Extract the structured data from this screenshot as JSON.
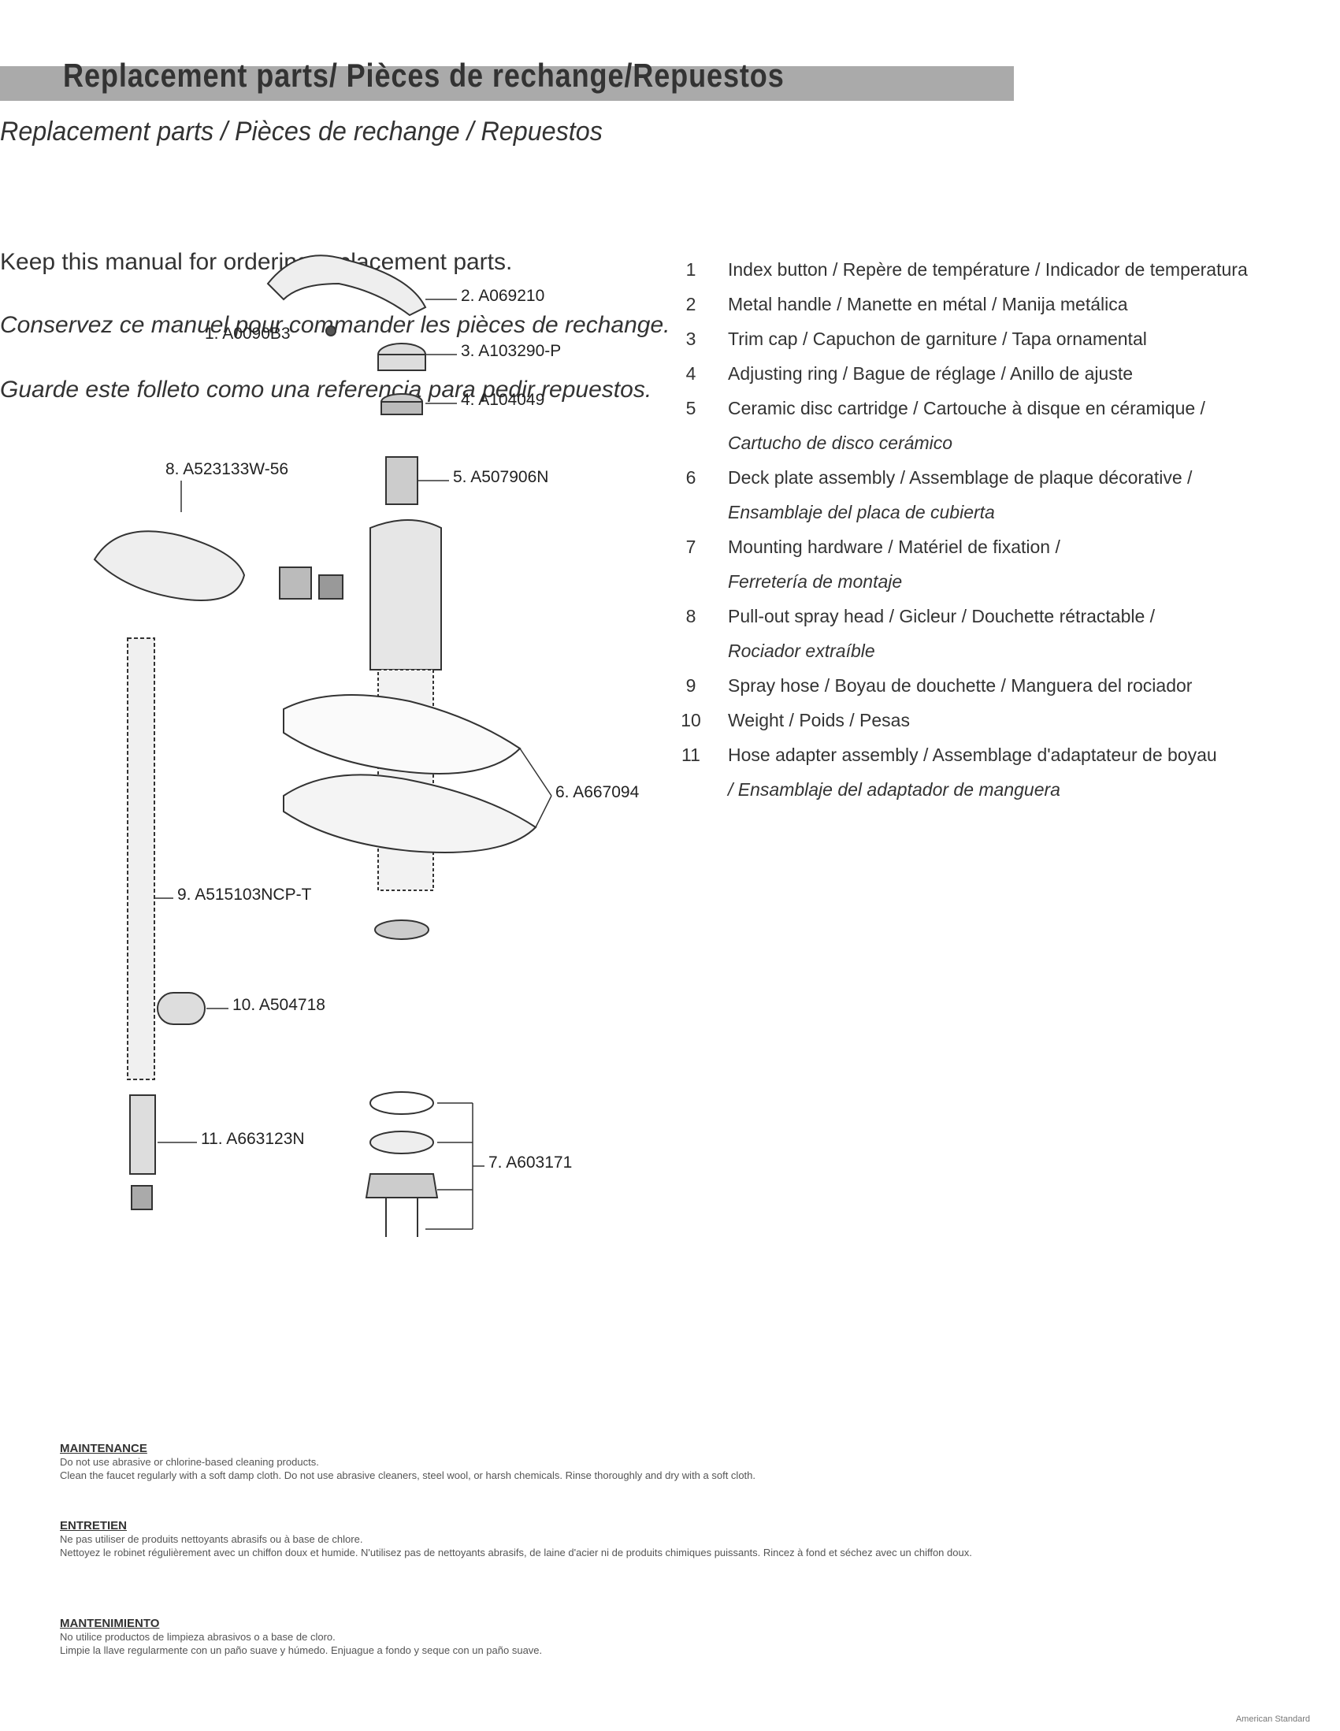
{
  "header": {
    "title": "Replacement parts/ Pièces de rechange/Repuestos"
  },
  "intro": {
    "heading": "Replacement parts / Pièces de rechange / Repuestos",
    "keep": "Keep this manual for ordering replacement parts.",
    "conserve": "Conservez ce manuel pour commander les pièces de rechange.",
    "guarde": "Guarde este folleto como una referencia para pedir repuestos."
  },
  "callouts": [
    {
      "label": "2. A069210"
    },
    {
      "label": "3. A103290-P"
    },
    {
      "label": "4. A104049"
    },
    {
      "label": "5. A507906N"
    },
    {
      "label": "8. A523133W-56"
    },
    {
      "label": "9. A515103NCP-T"
    },
    {
      "label": "10. A504718"
    },
    {
      "label": "11. A663123N"
    },
    {
      "label": "6. A667094"
    },
    {
      "label": "7. A603171"
    },
    {
      "label": "1. A0090B3"
    }
  ],
  "parts": [
    {
      "num": "1",
      "text": "Index button / Repère de température / Indicador de temperatura"
    },
    {
      "num": "2",
      "text": "Metal handle / Manette en métal / Manija metálica"
    },
    {
      "num": "3",
      "text": "Trim cap / Capuchon de garniture / Tapa ornamental"
    },
    {
      "num": "4",
      "text": "Adjusting ring / Bague de réglage / Anillo de ajuste"
    },
    {
      "num": "5",
      "text": "Ceramic disc cartridge / Cartouche à disque en céramique /"
    },
    {
      "num": "",
      "text": "Cartucho de disco cerámico"
    },
    {
      "num": "6",
      "text": "Deck plate assembly / Assemblage de plaque décorative /"
    },
    {
      "num": "",
      "text": "Ensamblaje del placa de cubierta"
    },
    {
      "num": "7",
      "text": "Mounting hardware / Matériel de fixation /"
    },
    {
      "num": "",
      "text": "Ferretería de montaje"
    },
    {
      "num": "8",
      "text": "Pull-out spray head / Gicleur / Douchette rétractable /"
    },
    {
      "num": "",
      "text": "Rociador extraíble"
    },
    {
      "num": "9",
      "text": "Spray hose / Boyau de douchette / Manguera del rociador"
    },
    {
      "num": "10",
      "text": "Weight / Poids / Pesas"
    },
    {
      "num": "11",
      "text": "Hose adapter assembly / Assemblage d'adaptateur de boyau"
    },
    {
      "num": "",
      "text": "/ Ensamblaje del adaptador de manguera"
    }
  ],
  "sections": [
    {
      "heading": "MAINTENANCE",
      "lines": [
        "Do not use abrasive or chlorine-based cleaning products.",
        "Clean the faucet regularly with a soft damp cloth. Do not use abrasive cleaners, steel wool, or harsh chemicals. Rinse thoroughly and dry with a soft cloth."
      ]
    },
    {
      "heading": "ENTRETIEN",
      "lines": [
        "Ne pas utiliser de produits nettoyants abrasifs ou à base de chlore.",
        "Nettoyez le robinet régulièrement avec un chiffon doux et humide. N'utilisez pas de nettoyants abrasifs, de laine d'acier ni de produits chimiques puissants. Rincez à fond et séchez avec un chiffon doux."
      ]
    },
    {
      "heading": "MANTENIMIENTO",
      "lines": [
        "No utilice productos de limpieza abrasivos o a base de cloro.",
        "Limpie la llave regularmente con un paño suave y húmedo. Enjuague a fondo y seque con un paño suave."
      ]
    }
  ],
  "page": {
    "number": "American Standard"
  }
}
